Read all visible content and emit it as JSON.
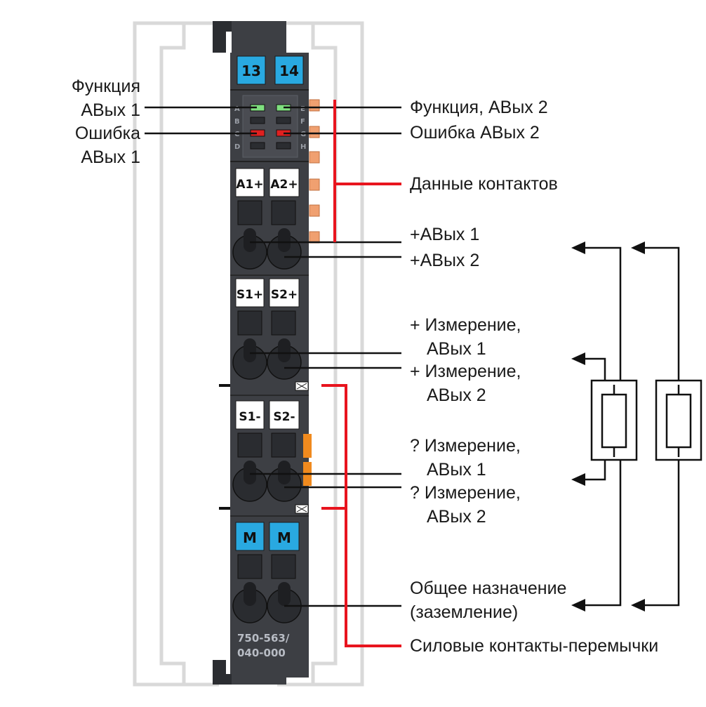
{
  "terminals": {
    "top": [
      "13",
      "14"
    ],
    "row1": [
      "A1+",
      "A2+"
    ],
    "row2": [
      "S1+",
      "S2+"
    ],
    "row3": [
      "S1-",
      "S2-"
    ],
    "row4": [
      "M",
      "M"
    ]
  },
  "led_letters": {
    "left": [
      "A",
      "B",
      "C",
      "D"
    ],
    "right": [
      "E",
      "F",
      "G",
      "H"
    ]
  },
  "part_number": {
    "line1": "750-563/",
    "line2": "040-000"
  },
  "labels": {
    "func_aout1": [
      "Функция",
      "АВых 1"
    ],
    "error_aout1": [
      "Ошибка",
      "АВых 1"
    ],
    "func_aout2": "Функция, АВых 2",
    "error_aout2": "Ошибка АВых 2",
    "data_contacts": "Данные контактов",
    "plus_aout1": "+АВых 1",
    "plus_aout2": "+АВых 2",
    "meas_plus_1": [
      "+ Измерение,",
      "АВых 1"
    ],
    "meas_plus_2": [
      "+ Измерение,",
      "АВых 2"
    ],
    "meas_minus_1": [
      "? Измерение,",
      "АВых 1"
    ],
    "meas_minus_2": [
      "? Измерение,",
      "АВых 2"
    ],
    "common": [
      "Общее назначение",
      "(заземление)"
    ],
    "power_jumper": "Силовые контакты-перемычки"
  },
  "colors": {
    "housing": "#3d3f44",
    "terminal_blue": "#29a9e1",
    "led_green": "#7fe07f",
    "led_red": "#e02020",
    "contact_orange": "#f0a070",
    "bracket_red": "#e8141e",
    "rail": "#d8d8d8"
  }
}
